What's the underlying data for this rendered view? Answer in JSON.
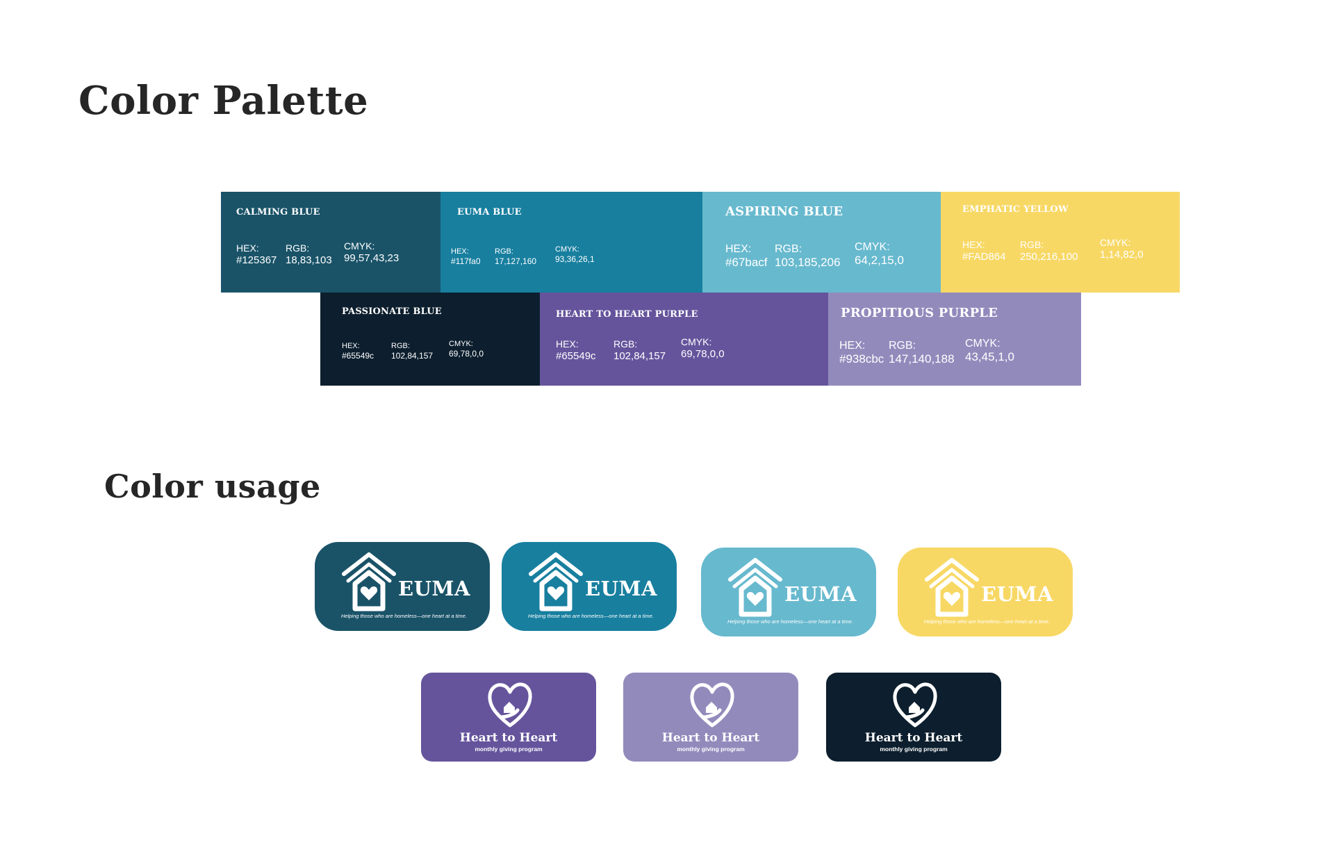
{
  "headings": {
    "palette": "Color Palette",
    "usage": "Color usage"
  },
  "swatches": [
    {
      "name": "CALMING BLUE",
      "hex_label": "HEX:",
      "hex": "#125367",
      "rgb_label": "RGB:",
      "rgb": "18,83,103",
      "cmyk_label": "CMYK:",
      "cmyk": "99,57,43,23",
      "bg": "#1a5368",
      "text_color": "#ffffff"
    },
    {
      "name": "EUMA BLUE",
      "hex_label": "HEX:",
      "hex": "#117fa0",
      "rgb_label": "RGB:",
      "rgb": "17,127,160",
      "cmyk_label": "CMYK:",
      "cmyk": "93,36,26,1",
      "bg": "#187f9f",
      "text_color": "#ffffff"
    },
    {
      "name": "ASPIRING BLUE",
      "hex_label": "HEX:",
      "hex": "#67bacf",
      "rgb_label": "RGB:",
      "rgb": "103,185,206",
      "cmyk_label": "CMYK:",
      "cmyk": "64,2,15,0",
      "bg": "#67b9ce",
      "text_color": "#ffffff"
    },
    {
      "name": "EMPHATIC YELLOW",
      "hex_label": "HEX:",
      "hex": "#FAD864",
      "rgb_label": "RGB:",
      "rgb": "250,216,100",
      "cmyk_label": "CMYK:",
      "cmyk": "1,14,82,0",
      "bg": "#f8d865",
      "text_color": "#ffffff"
    },
    {
      "name": "PASSIONATE BLUE",
      "hex_label": "HEX:",
      "hex": "#65549c",
      "rgb_label": "RGB:",
      "rgb": "102,84,157",
      "cmyk_label": "CMYK:",
      "cmyk": "69,78,0,0",
      "bg": "#0d1f2e",
      "text_color": "#ffffff"
    },
    {
      "name": "HEART TO HEART PURPLE",
      "hex_label": "HEX:",
      "hex": "#65549c",
      "rgb_label": "RGB:",
      "rgb": "102,84,157",
      "cmyk_label": "CMYK:",
      "cmyk": "69,78,0,0",
      "bg": "#65549c",
      "text_color": "#ffffff"
    },
    {
      "name": "PROPITIOUS PURPLE",
      "hex_label": "HEX:",
      "hex": "#938cbc",
      "rgb_label": "RGB:",
      "rgb": "147,140,188",
      "cmyk_label": "CMYK:",
      "cmyk": "43,45,1,0",
      "bg": "#938abc",
      "text_color": "#ffffff"
    }
  ],
  "euma_cards": [
    {
      "brand": "EUMA",
      "tagline": "Helping those who are homeless—one heart at a time.",
      "bg": "#1a5368",
      "fg": "#ffffff"
    },
    {
      "brand": "EUMA",
      "tagline": "Helping those who are homeless—one heart at a time.",
      "bg": "#187f9f",
      "fg": "#ffffff"
    },
    {
      "brand": "EUMA",
      "tagline": "Helping those who are homeless—one heart at a time.",
      "bg": "#67b9ce",
      "fg": "#ffffff"
    },
    {
      "brand": "EUMA",
      "tagline": "Helping those who are homeless—one heart at a time.",
      "bg": "#f8d865",
      "fg": "#ffffff"
    }
  ],
  "hth_cards": [
    {
      "brand": "Heart to Heart",
      "tagline": "monthly giving program",
      "bg": "#65549c",
      "fg": "#ffffff"
    },
    {
      "brand": "Heart to Heart",
      "tagline": "monthly giving program",
      "bg": "#938abc",
      "fg": "#ffffff"
    },
    {
      "brand": "Heart to Heart",
      "tagline": "monthly giving program",
      "bg": "#0d1f2e",
      "fg": "#ffffff"
    }
  ],
  "icons": {
    "euma_logo": "house-heart-icon",
    "hth_logo": "heart-house-icon"
  }
}
